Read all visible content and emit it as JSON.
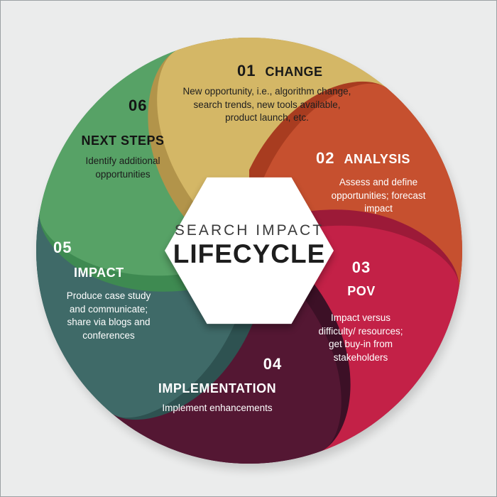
{
  "page": {
    "background_color": "#ebecec",
    "border_color": "#9ba1a3"
  },
  "center": {
    "line1": "SEARCH IMPACT",
    "line2": "LIFECYCLE",
    "hexagon_color": "#ffffff",
    "line1_color": "#3a3a3a",
    "line2_color": "#1d1d1d"
  },
  "segments": [
    {
      "number": "01",
      "title": "CHANGE",
      "description": "New opportunity, i.e., algorithm change, search trends, new tools available, product launch, etc.",
      "color": "#d4b766",
      "color_dark": "#b2944a",
      "text_color": "#181818",
      "desc_color": "#1f1f1f"
    },
    {
      "number": "02",
      "title": "ANALYSIS",
      "description": "Assess and define opportunities; forecast impact",
      "color": "#c6502f",
      "color_dark": "#a83c20",
      "text_color": "#ffffff",
      "desc_color": "#ffffff"
    },
    {
      "number": "03",
      "title": "POV",
      "description": "Impact versus difficulty/ resources; get buy-in from stakeholders",
      "color": "#c32147",
      "color_dark": "#9c1a38",
      "text_color": "#ffffff",
      "desc_color": "#ffffff"
    },
    {
      "number": "04",
      "title": "IMPLEMENTATION",
      "description": "Implement enhancements",
      "color": "#541733",
      "color_dark": "#3c1026",
      "text_color": "#ffffff",
      "desc_color": "#ffffff"
    },
    {
      "number": "05",
      "title": "IMPACT",
      "description": "Produce case study and communicate; share via blogs and conferences",
      "color": "#3f6a68",
      "color_dark": "#2e5251",
      "text_color": "#ffffff",
      "desc_color": "#ffffff"
    },
    {
      "number": "06",
      "title": "NEXT STEPS",
      "description": "Identify additional opportunities",
      "color": "#57a266",
      "color_dark": "#3e8a51",
      "text_color": "#141414",
      "desc_color": "#1c1c1c"
    }
  ]
}
